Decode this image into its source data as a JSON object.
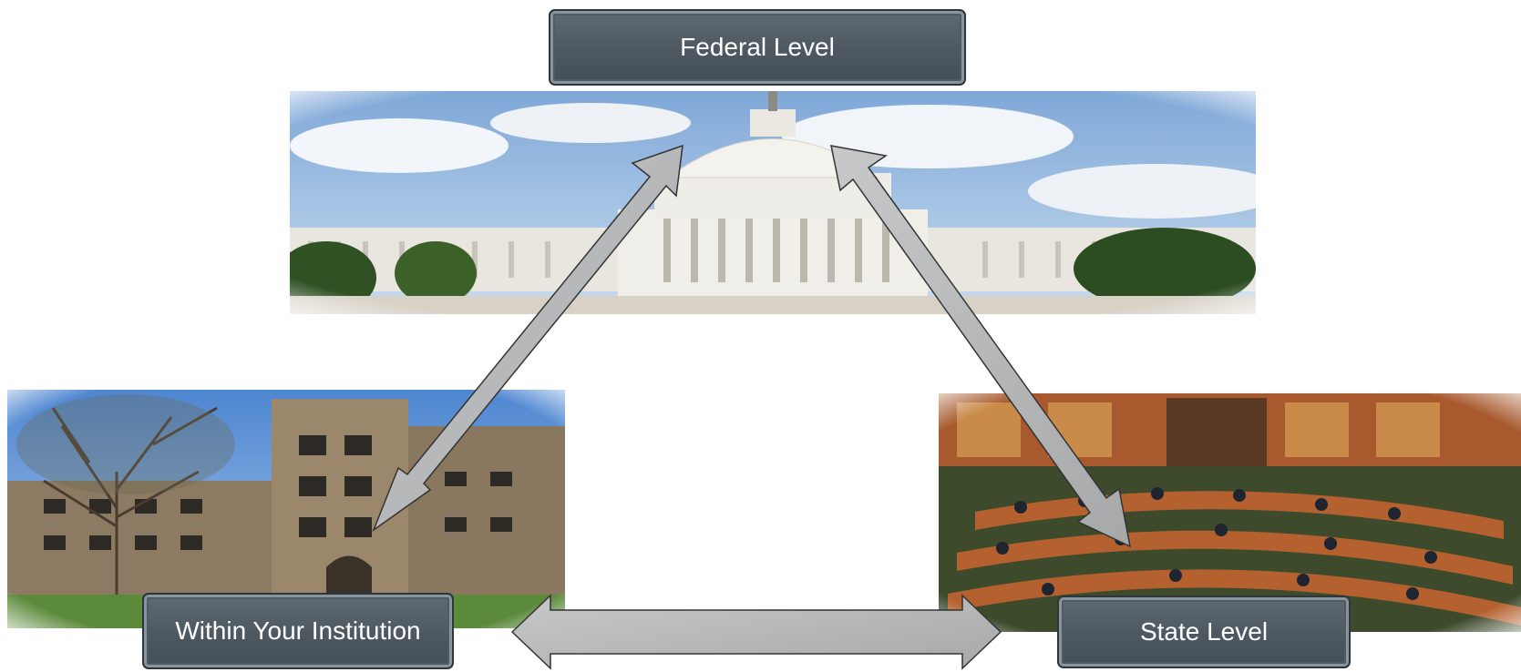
{
  "nodes": {
    "federal": "Federal Level",
    "institution": "Within Your Institution",
    "state": "State Level"
  },
  "images": {
    "capitol": "capitol-building-photo",
    "university": "university-building-photo",
    "legislature": "legislature-chamber-photo"
  },
  "colors": {
    "box_fill": "#515c66",
    "arrow_fill": "#b7b9bb",
    "arrow_stroke": "#333333"
  }
}
